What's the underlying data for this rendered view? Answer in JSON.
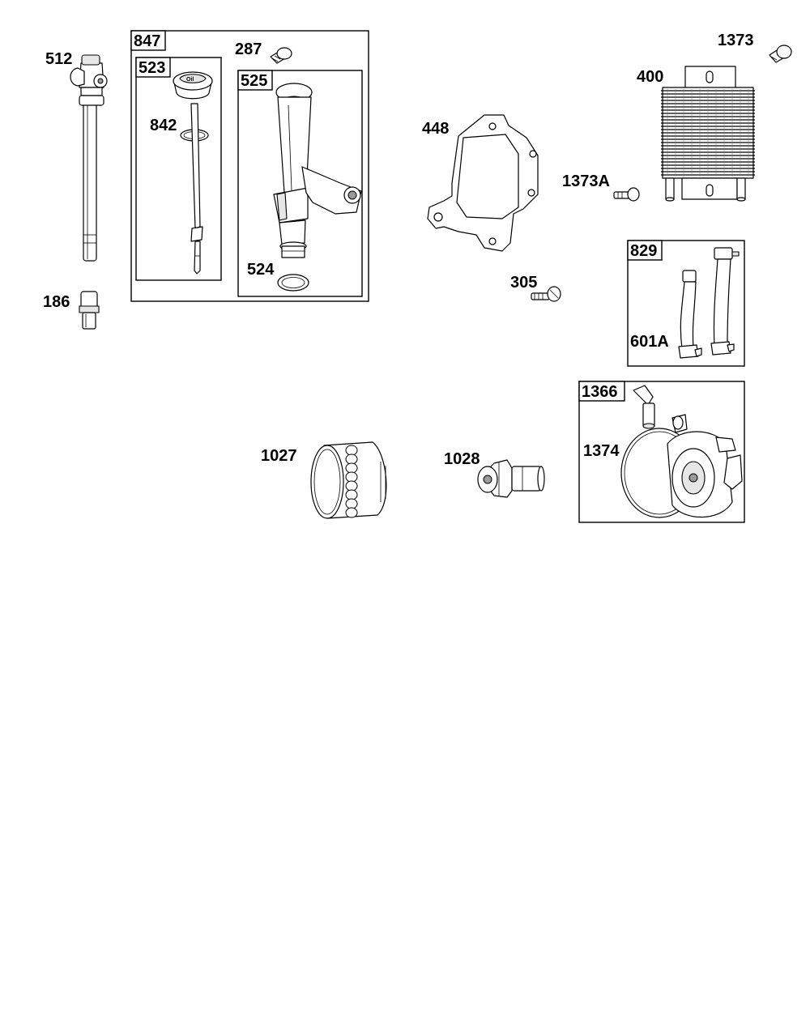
{
  "labels": {
    "p512": "512",
    "p186": "186",
    "p847": "847",
    "p523": "523",
    "p842": "842",
    "p287": "287",
    "p525": "525",
    "p524": "524",
    "p448": "448",
    "p305": "305",
    "p1373": "1373",
    "p400": "400",
    "p1373A": "1373A",
    "p829": "829",
    "p601A": "601A",
    "p1366": "1366",
    "p1374": "1374",
    "p1027": "1027",
    "p1028": "1028"
  }
}
